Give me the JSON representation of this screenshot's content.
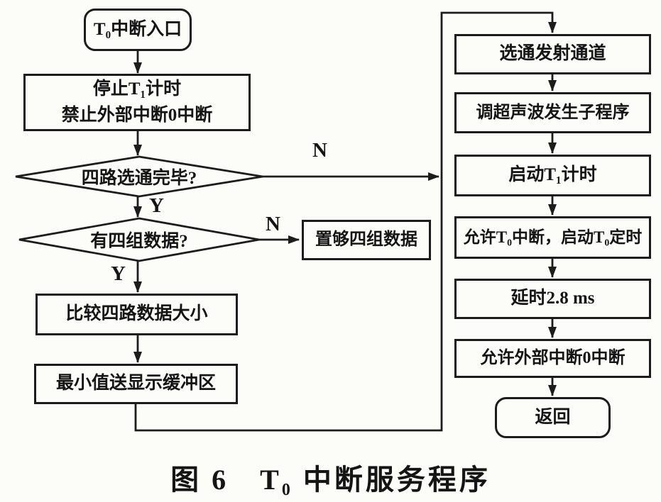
{
  "figure": {
    "caption": "图 6　T₀ 中断服务程序"
  },
  "colors": {
    "line": "#1c1c1c",
    "background": "#fcfcf9",
    "text": "#151515"
  },
  "flowchart": {
    "start": {
      "label": "T₀中断入口",
      "shape": "rounded"
    },
    "stop_t1": {
      "label": "停止T₁计时\n禁止外部中断0中断",
      "shape": "process"
    },
    "decision_gating": {
      "label": "四路选通完毕?",
      "shape": "decision"
    },
    "decision_data": {
      "label": "有四组数据?",
      "shape": "decision"
    },
    "set_four_groups": {
      "label": "置够四组数据",
      "shape": "process"
    },
    "compare": {
      "label": "比较四路数据大小",
      "shape": "process"
    },
    "min_to_buffer": {
      "label": "最小值送显示缓冲区",
      "shape": "process"
    },
    "gate_channel": {
      "label": "选通发射通道",
      "shape": "process"
    },
    "call_ultrasonic": {
      "label": "调超声波发生子程序",
      "shape": "process"
    },
    "start_t1": {
      "label": "启动T₁计时",
      "shape": "process"
    },
    "allow_t0": {
      "label": "允许T₀中断，启动T₀定时",
      "shape": "process"
    },
    "delay": {
      "label": "延时2.8 ms",
      "shape": "process"
    },
    "allow_ext0": {
      "label": "允许外部中断0中断",
      "shape": "process"
    },
    "return": {
      "label": "返回",
      "shape": "rounded"
    },
    "branch_labels": {
      "gating_no": "N",
      "gating_yes": "Y",
      "data_no": "N",
      "data_yes": "Y"
    }
  }
}
